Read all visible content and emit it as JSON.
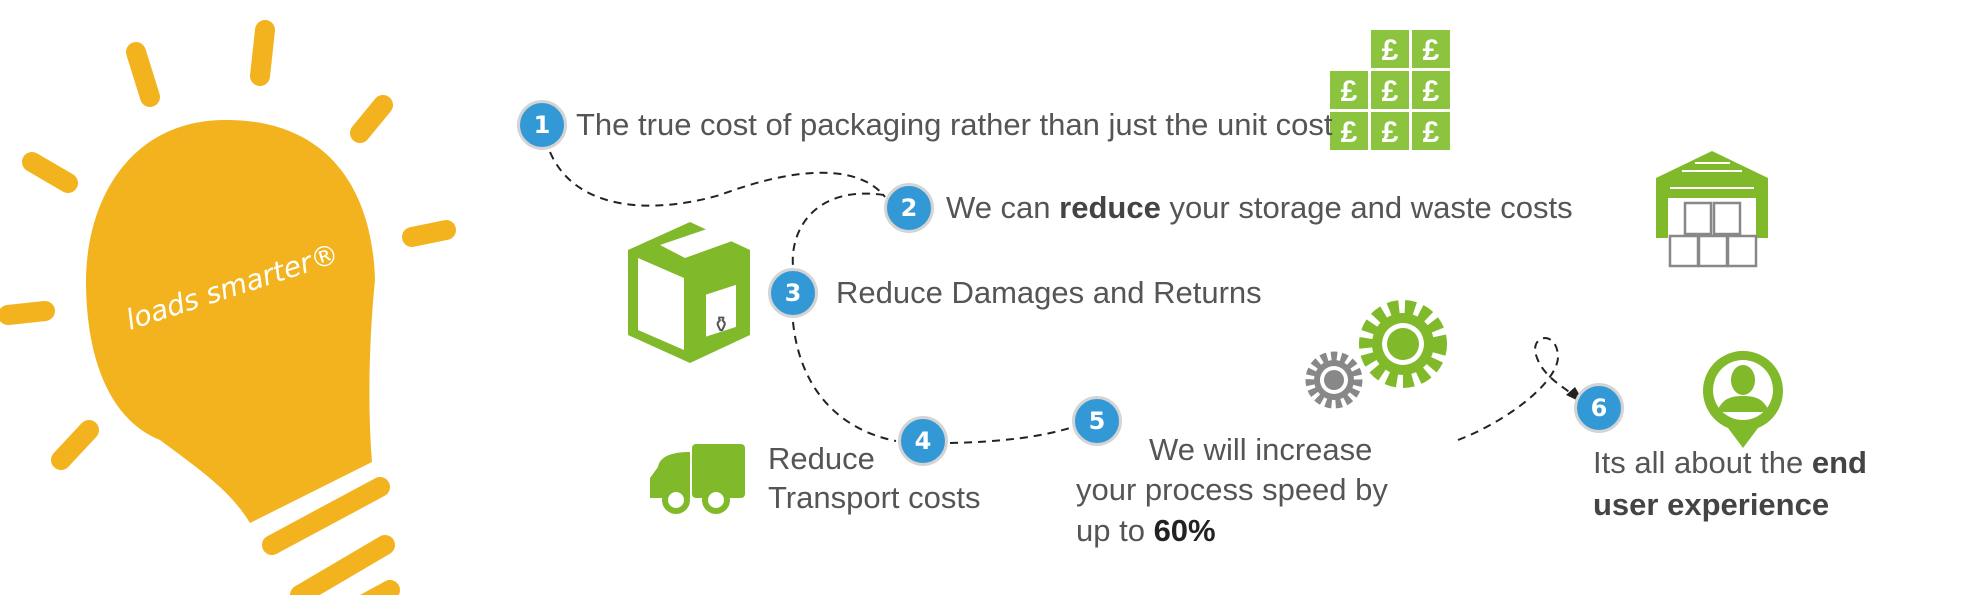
{
  "brand": {
    "logo_text": "loads smarter®"
  },
  "colors": {
    "bulb": "#f2b31f",
    "green": "#80b92a",
    "blue": "#3399d6",
    "grey": "#808080",
    "text": "#555555"
  },
  "steps": [
    {
      "number": "1",
      "text": "The true cost of packaging rather than just the unit cost",
      "icon": "pound-coins-icon"
    },
    {
      "number": "2",
      "pre": "We can ",
      "bold": "reduce",
      "post": " your storage and waste costs",
      "icon": "warehouse-icon"
    },
    {
      "number": "3",
      "text": "Reduce Damages and Returns",
      "icon": "fragile-box-icon"
    },
    {
      "number": "4",
      "line1": "Reduce",
      "line2": "Transport costs",
      "icon": "truck-icon"
    },
    {
      "number": "5",
      "line1": "We will increase",
      "line2": "your process speed by",
      "line3_pre": "up to ",
      "line3_bold": "60%",
      "icon": "gears-icon"
    },
    {
      "number": "6",
      "line1_pre": "Its all about the ",
      "line1_bold": "end",
      "line2_bold": "user experience",
      "icon": "user-pin-icon"
    }
  ],
  "pound_symbol": "£"
}
